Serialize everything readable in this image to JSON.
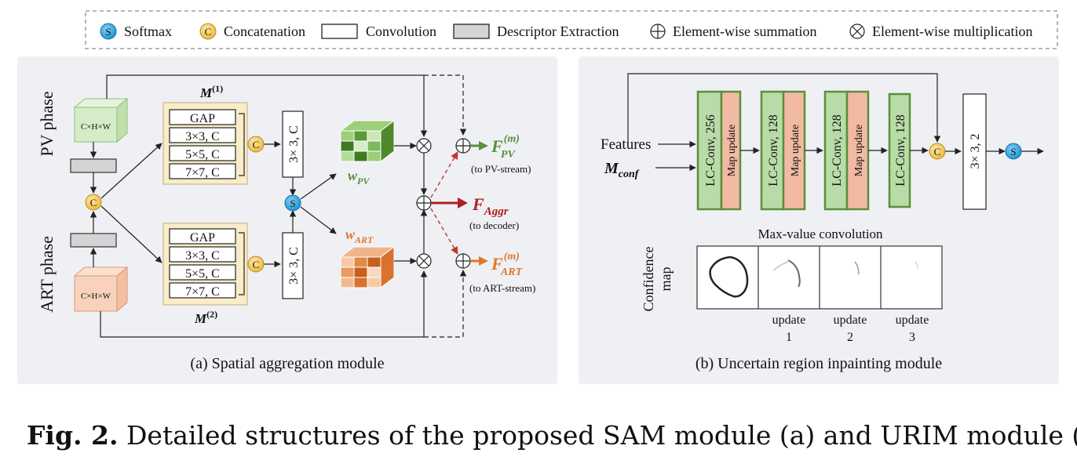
{
  "legend": {
    "softmax_symbol": "S",
    "softmax": "Softmax",
    "concat_symbol": "C",
    "concat": "Concatenation",
    "conv": "Convolution",
    "descriptor": "Descriptor Extraction",
    "sum": "Element-wise summation",
    "mult": "Element-wise multiplication"
  },
  "panel_a": {
    "caption": "(a) Spatial aggregation module",
    "pv_phase": "PV phase",
    "art_phase": "ART phase",
    "cube_label_pv": "C×H×W",
    "cube_label_art": "C×H×W",
    "m1": {
      "base": "M",
      "sup": "(1)"
    },
    "m2": {
      "base": "M",
      "sup": "(2)"
    },
    "descriptors_top": [
      "GAP",
      "3×3, C",
      "5×5, C",
      "7×7, C"
    ],
    "descriptors_bottom": [
      "GAP",
      "3×3, C",
      "5×5, C",
      "7×7, C"
    ],
    "conv_top": "3× 3, C",
    "conv_bottom": "3× 3, C",
    "w_pv": {
      "base": "w",
      "sub": "PV"
    },
    "w_art": {
      "base": "w",
      "sub": "ART"
    },
    "f_pv": {
      "base": "F",
      "sup": "(m)",
      "sub": "PV",
      "note": "(to PV-stream)"
    },
    "f_aggr": {
      "base": "F",
      "sub": "Aggr",
      "note": "(to decoder)"
    },
    "f_art": {
      "base": "F",
      "sup": "(m)",
      "sub": "ART",
      "note": "(to ART-stream)"
    },
    "concat_symbol": "C",
    "softmax_symbol": "S"
  },
  "panel_b": {
    "caption": "(b) Uncertain region inpainting module",
    "features": "Features",
    "mconf": {
      "base": "M",
      "sub": "conf"
    },
    "blocks": [
      "LC-Conv, 256",
      "LC-Conv, 128",
      "LC-Conv, 128",
      "LC-Conv, 128"
    ],
    "map_update": "Map update",
    "final_conv": "3× 3, 2",
    "max_value_conv": "Max-value convolution",
    "confidence_map": [
      "Confidence",
      "map"
    ],
    "updates": [
      [
        "update",
        "1"
      ],
      [
        "update",
        "2"
      ],
      [
        "update",
        "3"
      ]
    ],
    "concat_symbol": "C",
    "softmax_symbol": "S"
  },
  "caption": {
    "label": "Fig. 2.",
    "text": "Detailed structures of the proposed SAM module (a) and URIM module (b)."
  },
  "colors": {
    "panel_bg": "#eff0f4",
    "green": "#5a8f3c",
    "orange": "#e0782c",
    "red": "#b01f1f",
    "softmax_blue": "#2aa3e0",
    "concat_yellow": "#f2c84a",
    "descriptor_cream": "#f8ecc9",
    "block_green": "#b9dba7",
    "block_salmon": "#f2b9a3"
  }
}
